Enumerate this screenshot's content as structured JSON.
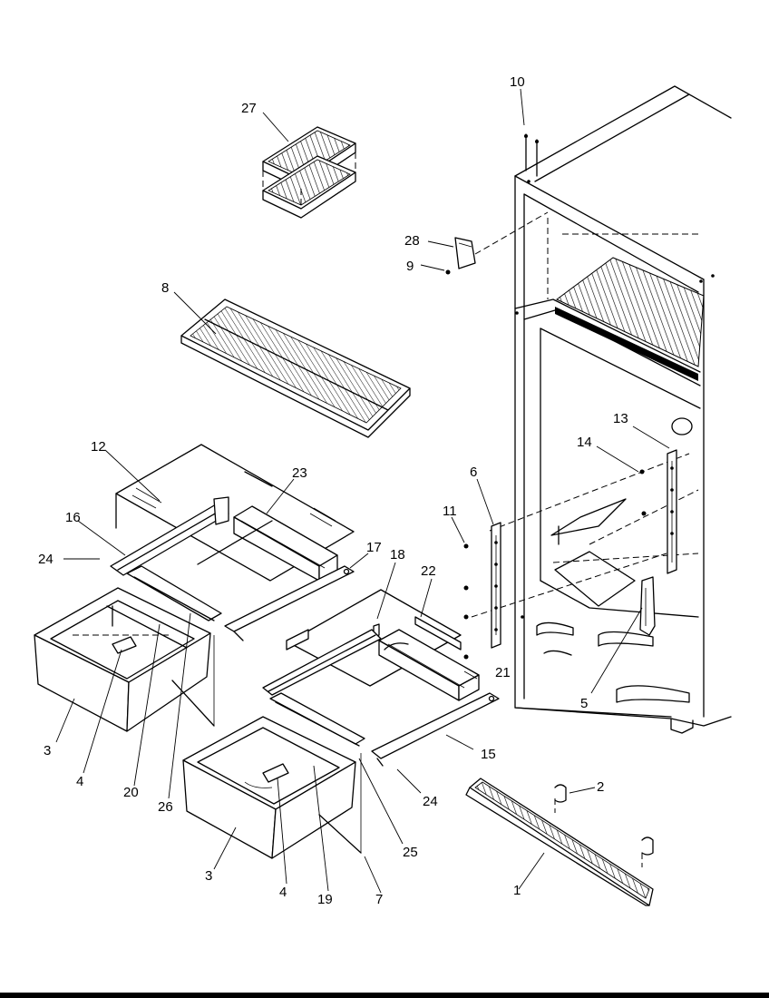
{
  "callouts": [
    {
      "id": "c1",
      "text": "1"
    },
    {
      "id": "c2",
      "text": "2"
    },
    {
      "id": "c3a",
      "text": "3"
    },
    {
      "id": "c3b",
      "text": "3"
    },
    {
      "id": "c4a",
      "text": "4"
    },
    {
      "id": "c4b",
      "text": "4"
    },
    {
      "id": "c5",
      "text": "5"
    },
    {
      "id": "c6",
      "text": "6"
    },
    {
      "id": "c7",
      "text": "7"
    },
    {
      "id": "c8",
      "text": "8"
    },
    {
      "id": "c9",
      "text": "9"
    },
    {
      "id": "c10",
      "text": "10"
    },
    {
      "id": "c11",
      "text": "11"
    },
    {
      "id": "c12",
      "text": "12"
    },
    {
      "id": "c13",
      "text": "13"
    },
    {
      "id": "c14",
      "text": "14"
    },
    {
      "id": "c15",
      "text": "15"
    },
    {
      "id": "c16",
      "text": "16"
    },
    {
      "id": "c17",
      "text": "17"
    },
    {
      "id": "c18",
      "text": "18"
    },
    {
      "id": "c19",
      "text": "19"
    },
    {
      "id": "c20",
      "text": "20"
    },
    {
      "id": "c21",
      "text": "21"
    },
    {
      "id": "c22",
      "text": "22"
    },
    {
      "id": "c23",
      "text": "23"
    },
    {
      "id": "c24a",
      "text": "24"
    },
    {
      "id": "c24b",
      "text": "24"
    },
    {
      "id": "c25",
      "text": "25"
    },
    {
      "id": "c26",
      "text": "26"
    },
    {
      "id": "c27",
      "text": "27"
    },
    {
      "id": "c28",
      "text": "28"
    }
  ]
}
